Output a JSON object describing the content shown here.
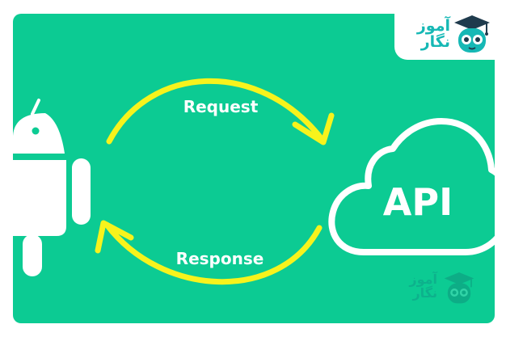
{
  "diagram": {
    "request_label": "Request",
    "response_label": "Response",
    "api_label": "API"
  },
  "logo": {
    "text_line1": "آموز",
    "text_line2": "نگار"
  },
  "watermark": {
    "text_line1": "آموز",
    "text_line2": "نگار"
  },
  "colors": {
    "background": "#0ccb93",
    "arrow": "#f7f31c",
    "foreground": "#ffffff",
    "logo_teal": "#16b8b5",
    "logo_dark": "#1f3b4d"
  }
}
